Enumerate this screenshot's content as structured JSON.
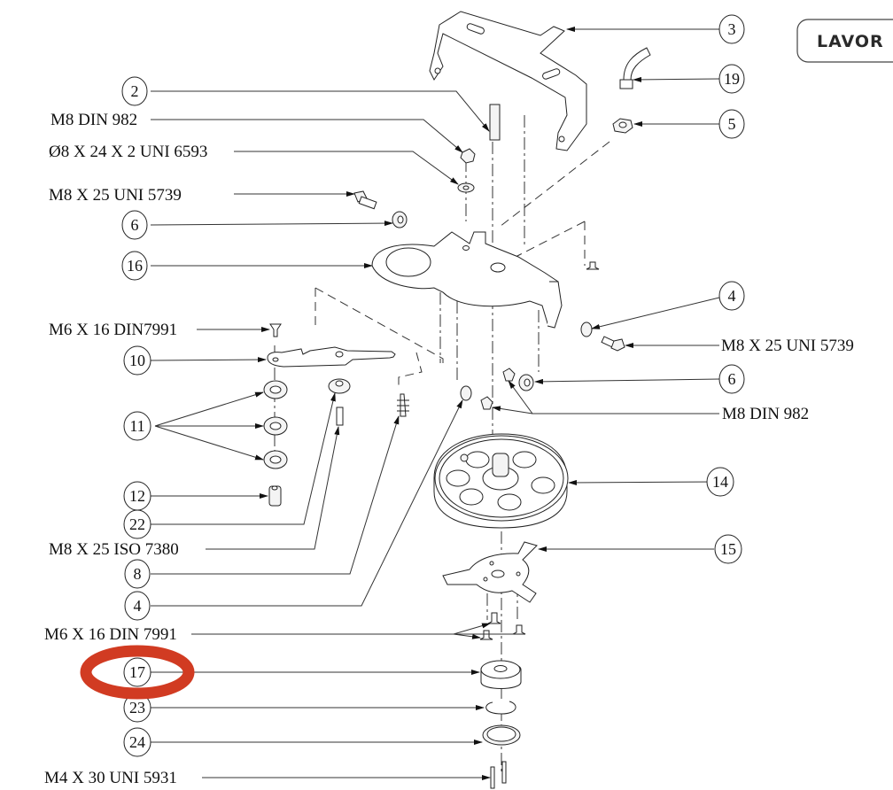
{
  "brand": {
    "logo_text": "LAVOR"
  },
  "highlight": {
    "target_callout": "17",
    "color": "#d13b22"
  },
  "callouts": {
    "c2": "2",
    "c3": "3",
    "c19": "19",
    "c5": "5",
    "c6a": "6",
    "c16": "16",
    "c4a": "4",
    "c6b": "6",
    "c10": "10",
    "c11": "11",
    "c14": "14",
    "c12": "12",
    "c22": "22",
    "c15": "15",
    "c8": "8",
    "c4b": "4",
    "c17": "17",
    "c23": "23",
    "c24": "24"
  },
  "labels": {
    "m8_din982_top": "M8 DIN 982",
    "washer_uni6593": "Ø8 X 24 X 2 UNI 6593",
    "m8x25_uni5739_left": "M8 X 25 UNI 5739",
    "m6x16_din7991_top": "M6 X 16 DIN7991",
    "m8x25_uni5739_right": "M8 X 25 UNI 5739",
    "m8_din982_right": "M8 DIN 982",
    "m8x25_iso7380": "M8 X 25 ISO 7380",
    "m6x16_din7991_bottom": "M6 X 16 DIN 7991",
    "m4x30_uni5931": "M4 X 30 UNI 5931"
  }
}
